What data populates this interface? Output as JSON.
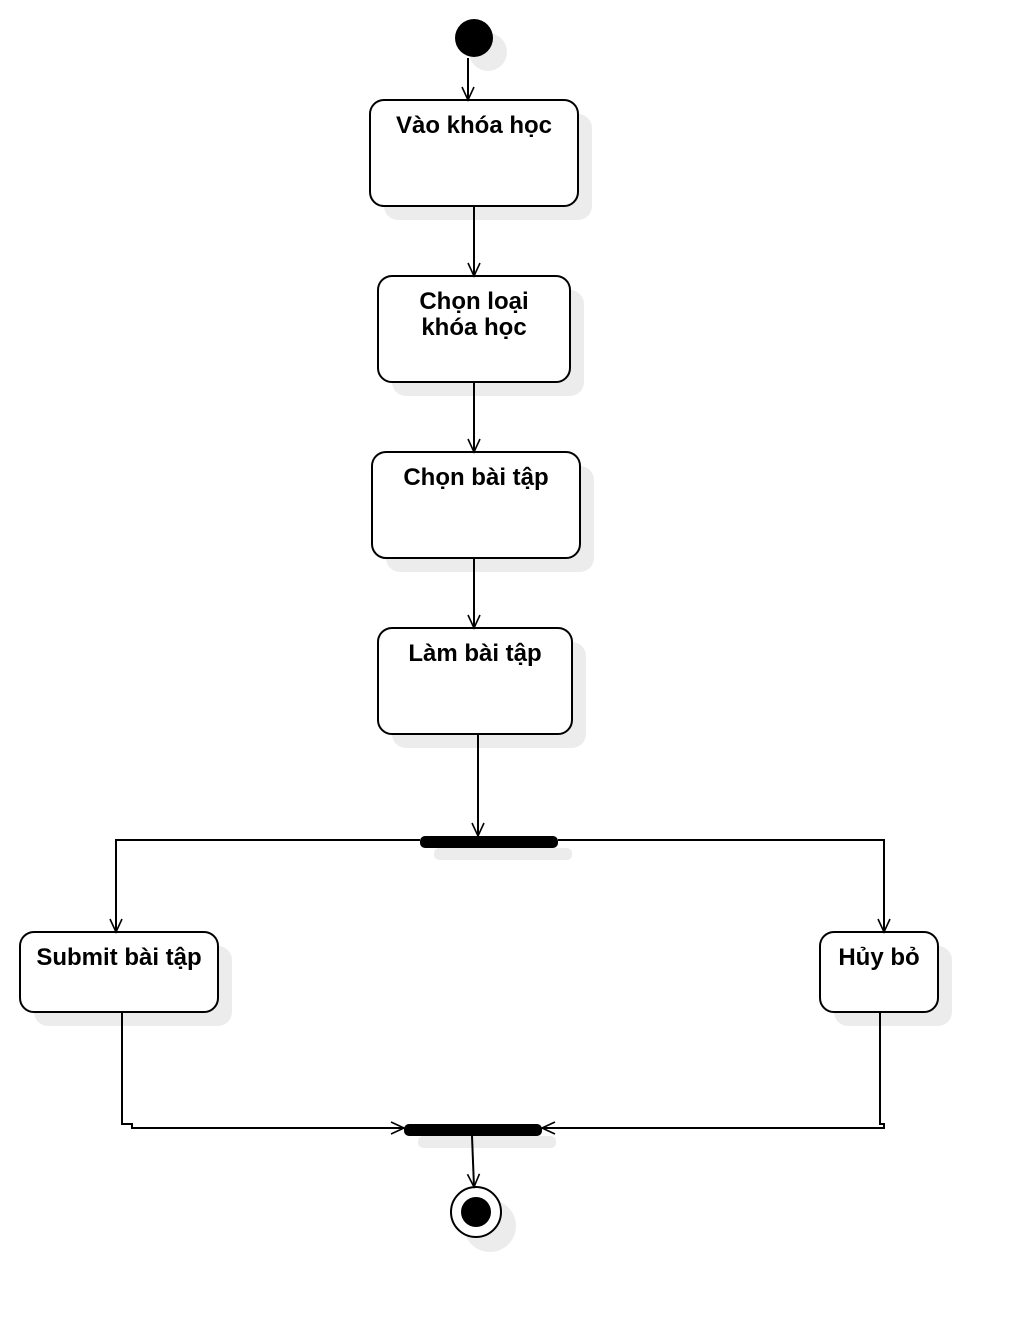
{
  "activities": {
    "vao_khoa_hoc": "Vào khóa học",
    "chon_loai_khoa_hoc": [
      "Chọn loại",
      "khóa học"
    ],
    "chon_bai_tap": "Chọn bài tập",
    "lam_bai_tap": "Làm bài tập",
    "submit_bai_tap": "Submit bài tập",
    "huy_bo": "Hủy bỏ"
  },
  "colors": {
    "stroke": "#000000",
    "fill": "#ffffff",
    "shadow": "#ececec"
  }
}
